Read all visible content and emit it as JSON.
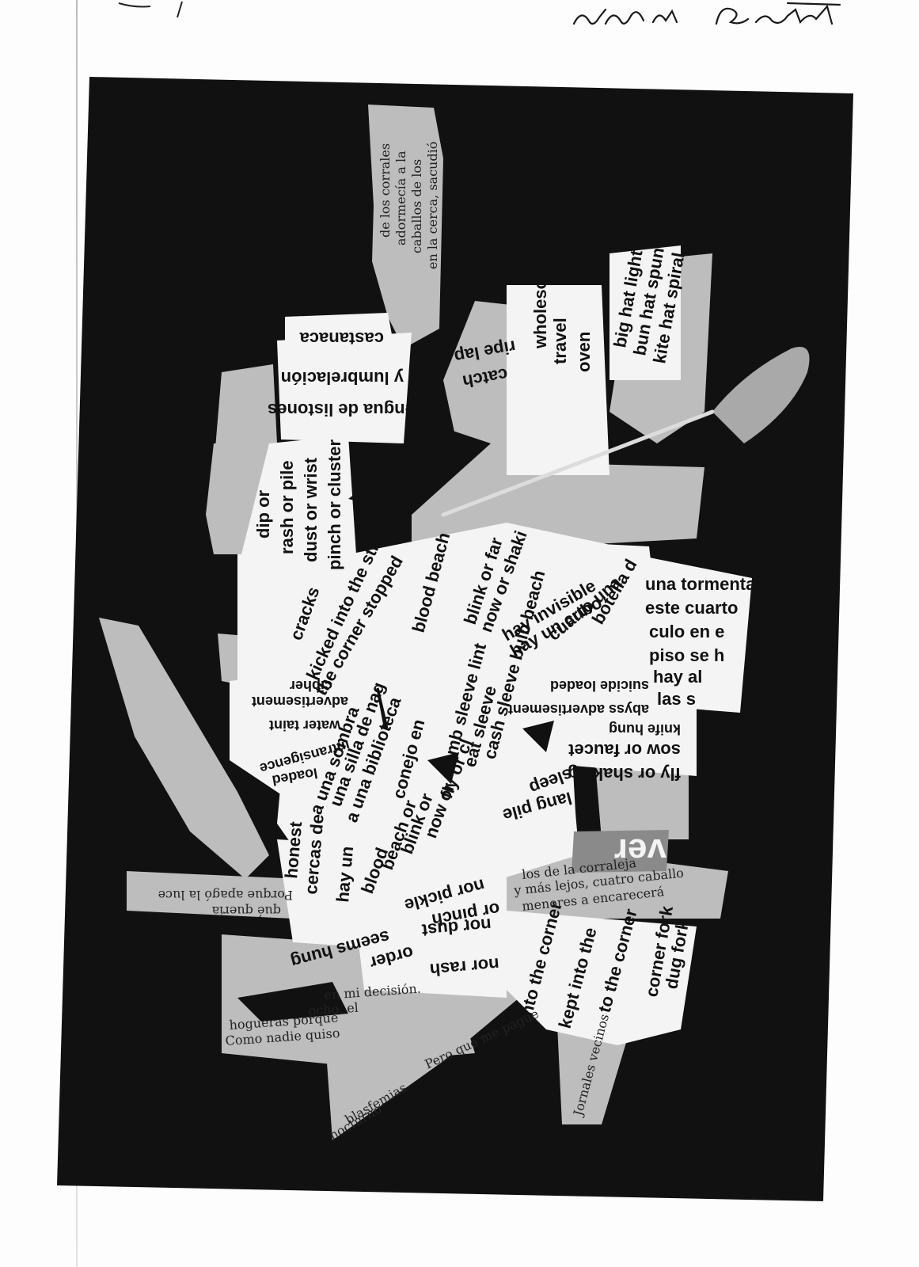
{
  "signature": {
    "text": "Emma Bowlt",
    "kind": "handwritten-signature"
  },
  "artwork": {
    "background_color": "#111111",
    "paper_color": "#f4f4f4",
    "grey_paper_color": "#bdbdbd",
    "fragments": {
      "f01": "castanaca",
      "f02": "y lumbrelación",
      "f03": "lengua de listones",
      "f04": "rash or pile",
      "f05": "dust or wrist",
      "f06": "pinch or cluster",
      "f07": "dip or",
      "f08": "cracks",
      "f09": "kicked into the street",
      "f10": "the corner stopped",
      "f11": "blood beach",
      "f12": "blink or far",
      "f13": "now or shaki",
      "f14": "hay invisible",
      "f15": "hay un cubo",
      "f16": "cuarto una",
      "f17": "botella d",
      "f18": "una tormenta",
      "f19": "este cuarto",
      "f20": "culo en e",
      "f21": "piso se h",
      "f22": "hay al",
      "f23": "las s",
      "f24": "suicide loaded",
      "f25": "abyss advertisement",
      "f26": "knife hung",
      "f27": "sow or faucet",
      "f28": "fly or shaking",
      "f29": "lang pile",
      "f30": "sleep",
      "f31": "ver",
      "f32": "fly or cl",
      "f33": "now or",
      "f34": "blink or",
      "f35": "beach or",
      "f36": "blood",
      "f37": "cash sleeve bulb beach",
      "f38": "eat sleeve",
      "f39": "comb sleeve lint",
      "f40": "conejo en",
      "f41": "a una biblioteca",
      "f42": "una silla de nag",
      "f43": "a una sombra",
      "f44": "advertisement",
      "f45": "cipher",
      "f46": "water taint",
      "f47": "intransigence",
      "f48": "loaded",
      "f49": "seems hung",
      "f50": "cercas de",
      "f51": "hay un",
      "f52": "honest",
      "f53": "nor dust",
      "f54": "nor rash",
      "f55": "or pinch",
      "f56": "nor pickle",
      "f57": "order",
      "f58": "into the corner",
      "f59": "kept into the",
      "f60": "to the corner",
      "f61": "corner fork",
      "f62": "dug fork",
      "f63": "Porque apagó la luce",
      "f64": "qué quería",
      "f65": "en mi decisión.",
      "f66": "hogueras porque",
      "f67": "Como nadie quiso",
      "f68": "ocho, el",
      "f69": "de los corrales",
      "f70": "adormecía a la",
      "f71": "caballos de los",
      "f72": "en la cerca, sacudió",
      "f73": "los de la corraleja",
      "f74": "y más lejos, cuatro caballo",
      "f75": "menores a encarecerá",
      "f76": "wholesome",
      "f77": "travel",
      "f78": "oven",
      "f79": "ripe lap",
      "f80": "catch",
      "f81": "big hat light",
      "f82": "bun hat spun",
      "f83": "kite hat spiral",
      "f84": "Jornales vecinos",
      "f85": "Pero que me pague",
      "f86": "blasfemias",
      "f87": "nocturno"
    }
  }
}
